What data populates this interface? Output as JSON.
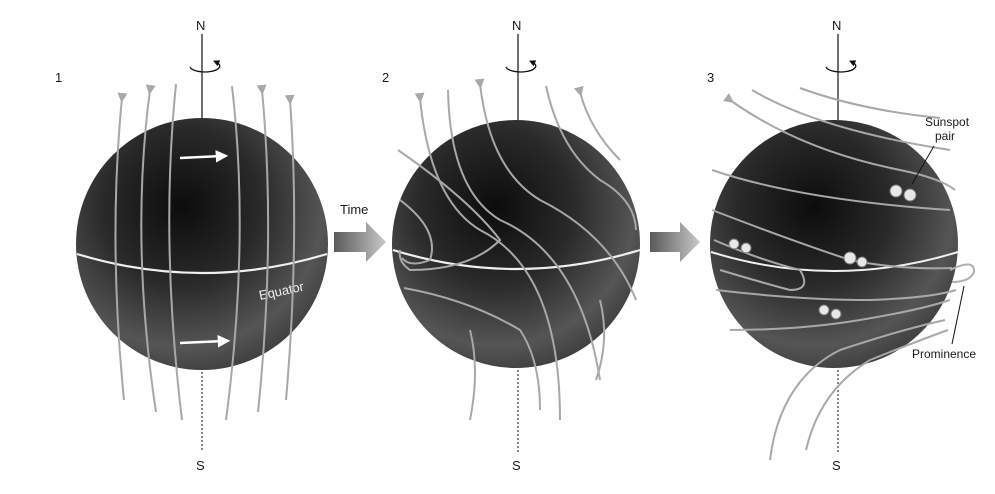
{
  "panels": [
    {
      "number": "1",
      "north": "N",
      "south": "S"
    },
    {
      "number": "2",
      "north": "N",
      "south": "S"
    },
    {
      "number": "3",
      "north": "N",
      "south": "S"
    }
  ],
  "labels": {
    "equator": "Equator",
    "time": "Time",
    "sunspot_pair_line1": "Sunspot",
    "sunspot_pair_line2": "pair",
    "prominence": "Prominence"
  },
  "colors": {
    "sphere_dark": "#101010",
    "sphere_mid": "#4a4a4a",
    "field_line": "#a8a8a8",
    "equator": "#f0f0f0",
    "arrow_block": "#9a9a9a",
    "background": "#ffffff"
  }
}
